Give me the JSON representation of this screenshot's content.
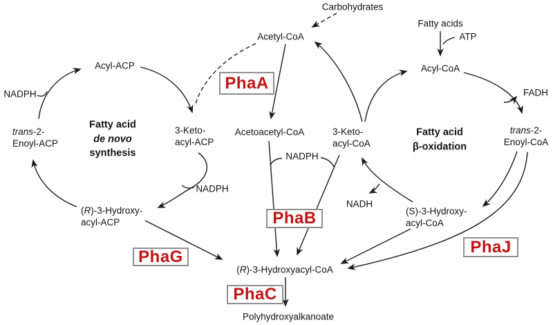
{
  "colors": {
    "enzyme_text": "#c21313",
    "enzyme_box_border": "#8f8f8f",
    "enzyme_box_fill": "#ffffff",
    "line": "#1a1a1a",
    "background": "#ffffff"
  },
  "metabolites": {
    "carbohydrates": "Carbohydrates",
    "acetyl_coa": "Acetyl-CoA",
    "fatty_acids": "Fatty acids",
    "acyl_coa": "Acyl-CoA",
    "acyl_acp": "Acyl-ACP",
    "acetoacetyl_coa": "Acetoacetyl-CoA",
    "keto_line1": "3-Keto-",
    "keto_acp_line2": "acyl-ACP",
    "keto_coa_line2": "acyl-CoA",
    "trans_italic": "trans",
    "trans_rest": "-2-",
    "enoyl_acp": "Enoyl-ACP",
    "enoyl_coa": "Enoyl-CoA",
    "r_hydroxy_acp_pre": "(",
    "r_hydroxy_acp_italic": "R",
    "r_hydroxy_acp_post": ")-3-Hydroxy-",
    "r_hydroxy_acp_line2": "acyl-ACP",
    "s_hydroxy_line1": "(S)-3-Hydroxy-",
    "s_hydroxy_line2": "acyl-CoA",
    "r_hydroxyacyl_pre": "(",
    "r_hydroxyacyl_italic": "R",
    "r_hydroxyacyl_post": ")-3-Hydroxyacyl-CoA",
    "polyhydroxyalkanoate": "Polyhydroxyalkanoate"
  },
  "cofactors": {
    "nadph": "NADPH",
    "nadh": "NADH",
    "atp": "ATP",
    "fadh": "FADH"
  },
  "cycles": {
    "denovo": {
      "line1": "Fatty acid",
      "line2": "de novo",
      "line3": "synthesis"
    },
    "beta_oxidation": {
      "line1": "Fatty acid",
      "line2": "β-oxidation"
    }
  },
  "enzymes": {
    "phaA": "PhaA",
    "phaB": "PhaB",
    "phaC": "PhaC",
    "phaG": "PhaG",
    "phaJ": "PhaJ"
  }
}
